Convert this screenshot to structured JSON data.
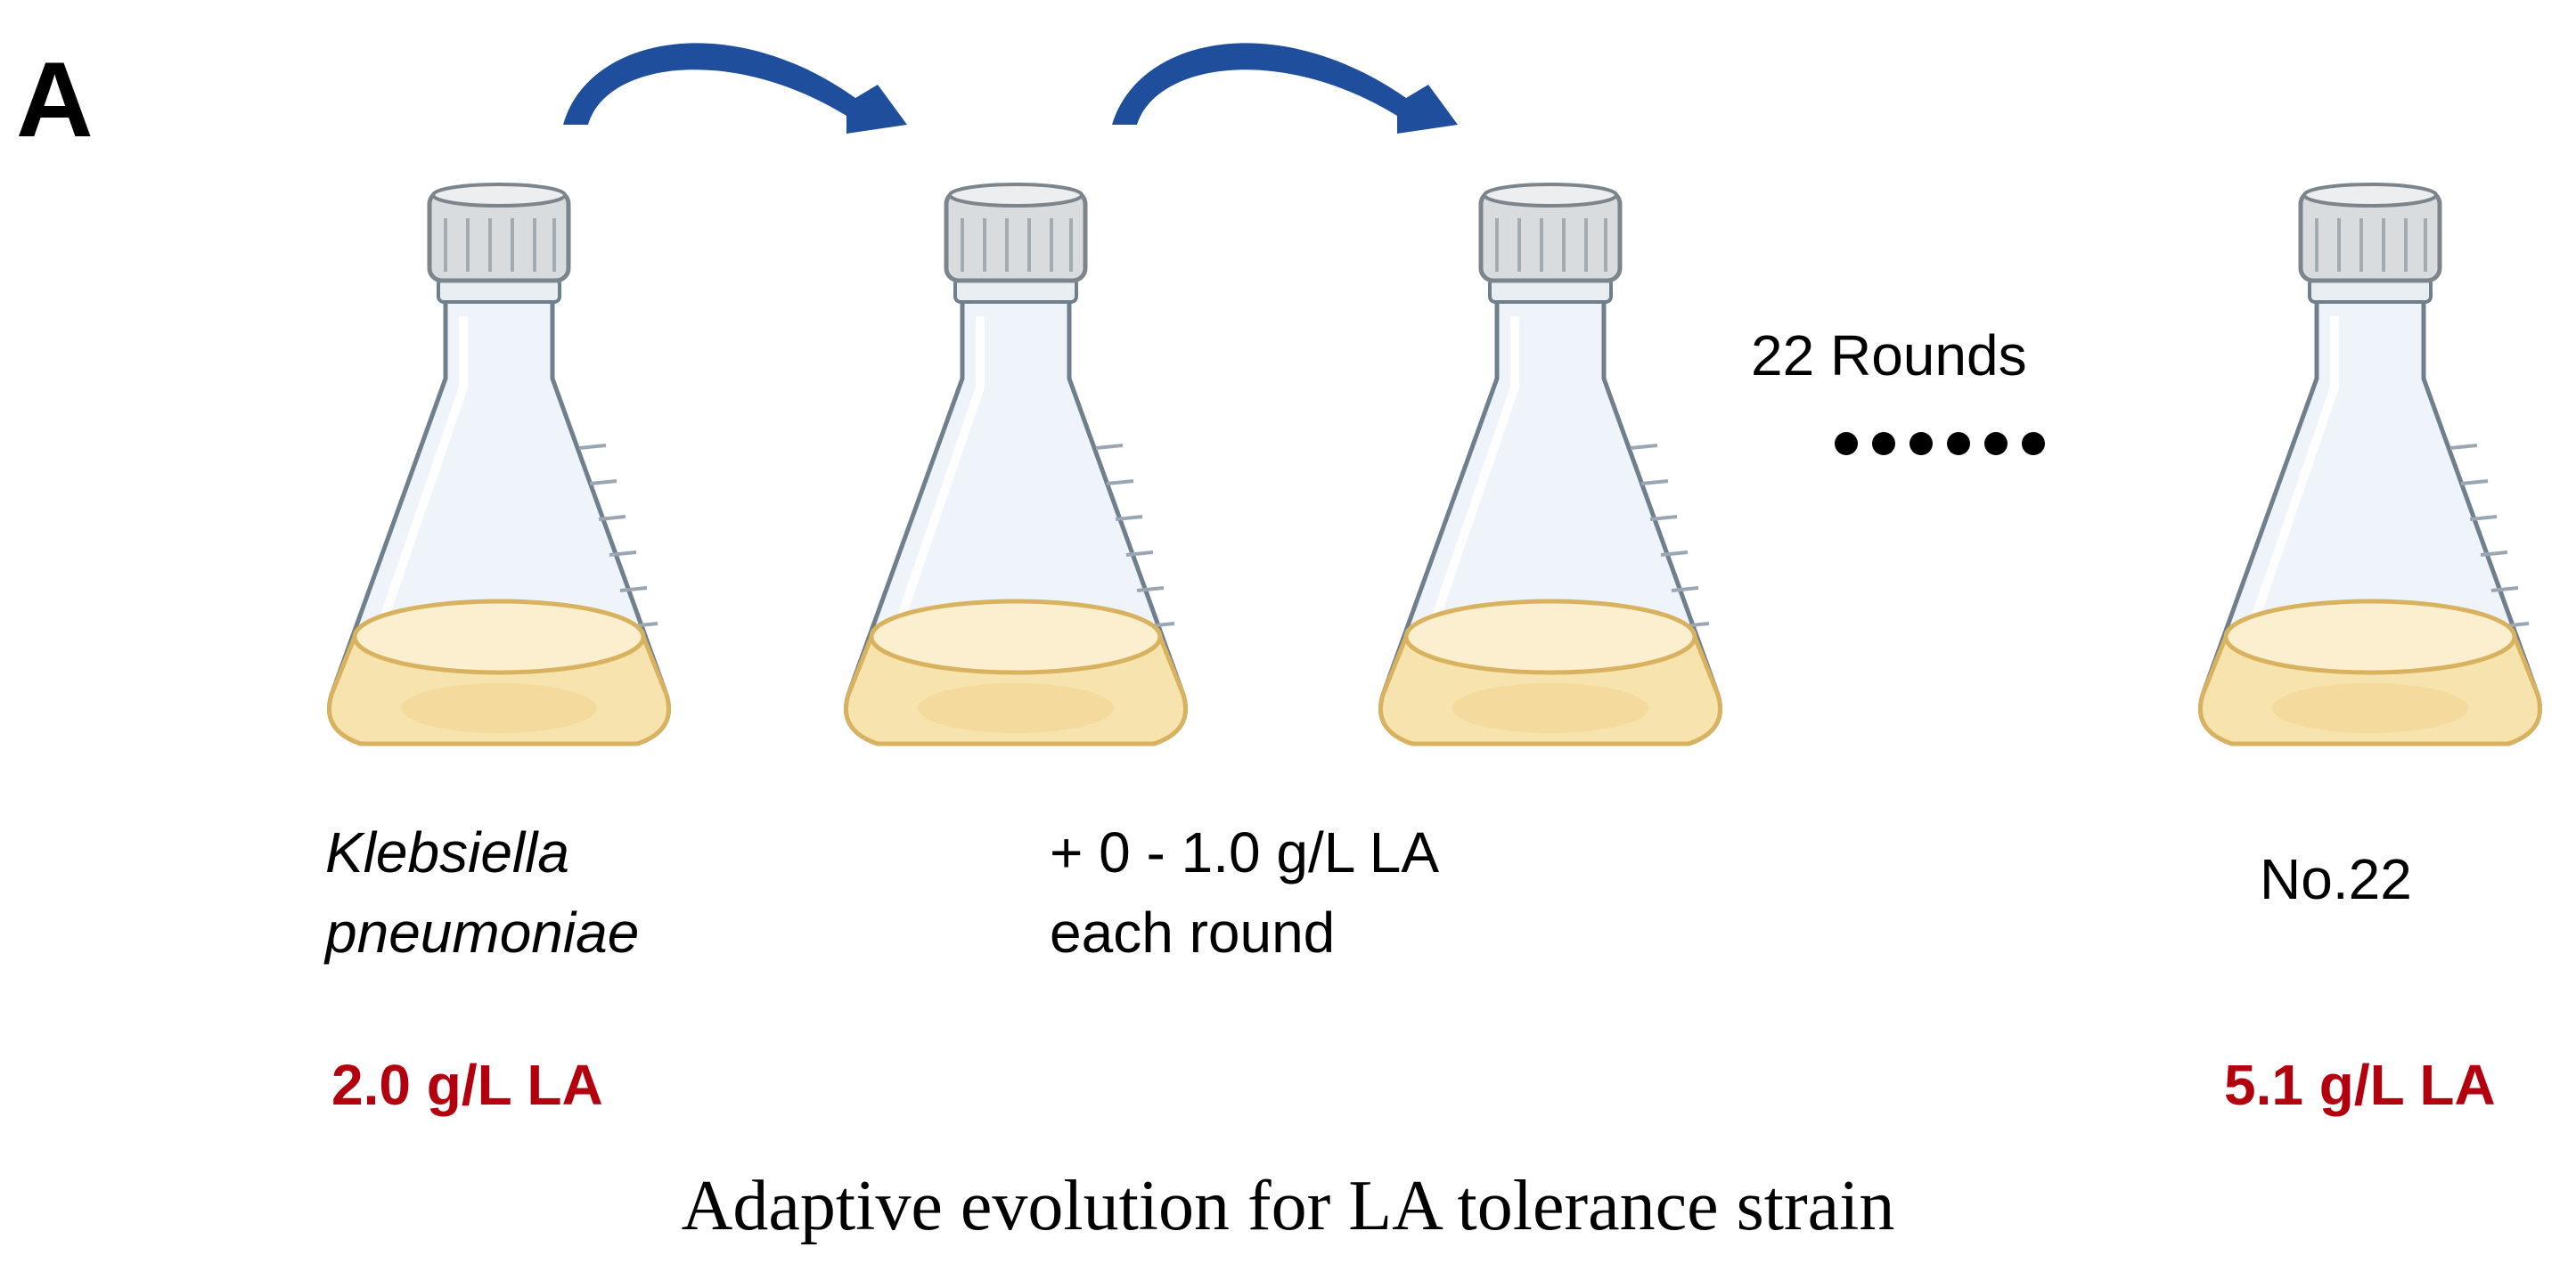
{
  "panel_label": "A",
  "flasks": [
    {
      "id": "flask-1"
    },
    {
      "id": "flask-2"
    },
    {
      "id": "flask-3"
    },
    {
      "id": "flask-final"
    }
  ],
  "labels": {
    "strain_line1": "Klebsiella",
    "strain_line2": "pneumoniae",
    "increment_line1": "+ 0 - 1.0 g/L LA",
    "increment_line2": "each round",
    "rounds": "22 Rounds",
    "final_strain": "No.22",
    "start_tolerance": "2.0 g/L LA",
    "final_tolerance": "5.1 g/L LA"
  },
  "caption": "Adaptive evolution  for LA tolerance strain",
  "colors": {
    "arrow": "#1f4f9c",
    "tolerance_text": "#b3000f",
    "medium": "#f7e3ad",
    "medium_edge": "#d9b25f",
    "glass": "#eef4f9",
    "glass_edge": "#6f7f8c",
    "cap": "#d9dcdf"
  }
}
